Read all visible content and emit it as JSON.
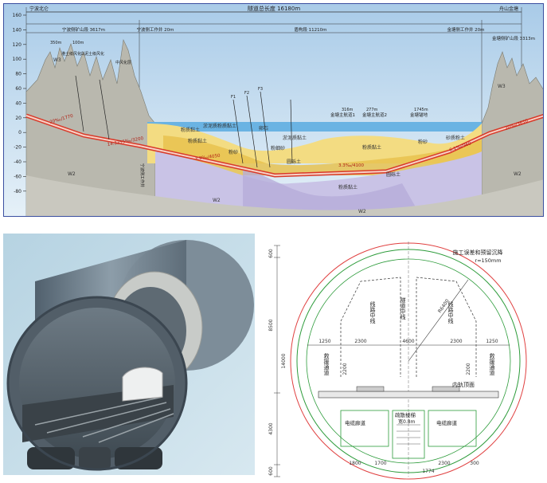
{
  "profile": {
    "title_total_length": "隧道总长度 16180m",
    "end_left": "宁波北仑",
    "end_right": "舟山金塘",
    "seg_left_mine": "宁波侧矿山段 3617m",
    "seg_left_shaft": "宁波侧工作井 20m",
    "seg_shield": "盾构段 11210m",
    "seg_right_shaft": "金塘侧工作井 20m",
    "seg_right_mine": "金塘侧矿山段 3313m",
    "sub_350": "350m",
    "sub_100": "100m",
    "y_ticks": [
      "160",
      "140",
      "120",
      "100",
      "80",
      "60",
      "40",
      "20",
      "0",
      "-20",
      "-40",
      "-60",
      "-80"
    ],
    "grade_left": "20‰/1770",
    "grade_mid1": "14.3355‰/3200",
    "grade_mid2": "3.9‰/4050",
    "grade_mid3": "3.3‰/4100",
    "grade_right1": "6.1‰/960",
    "grade_right2": "20‰/3610",
    "geo_labels": [
      "粉质黏土",
      "淤泥质粉质黏土",
      "卵石",
      "粉砂",
      "粉质黏土",
      "圆砾土",
      "粉质黏土",
      "圆砾土",
      "粉细砂",
      "粉质黏土",
      "粉砂",
      "砂质粉土",
      "淤泥质黏土"
    ],
    "w_labels": [
      "W2",
      "W3",
      "W2",
      "W2",
      "W2",
      "W3"
    ],
    "channel_labels": [
      "金塘主航道1",
      "金塘主航道2",
      "金塘锚地"
    ],
    "channel_widths": [
      "316m",
      "277m",
      "1745m"
    ],
    "fault_labels": [
      "F1",
      "F2",
      "F3"
    ],
    "left_side_labels": [
      "港土级风化",
      "白泥土级风化",
      "中风化层"
    ],
    "vertical_left_label": "宁波侧工作井"
  },
  "render": {
    "caption": ""
  },
  "section": {
    "settlement_note": "施工误差和预留沉降",
    "settlement_r": "r=150mm",
    "radius_label": "R6400",
    "left_line": "线路中线",
    "center_line": "隧道中线",
    "right_line": "线路中线",
    "left_escape": "救援通道",
    "right_escape": "救援通道",
    "rail_label": "内轨顶面",
    "left_bottom": "电缆廊道",
    "center_bottom": "疏散楼梯",
    "center_bottom_sub": "宽0.8m",
    "right_bottom": "电缆廊道",
    "dims_top": [
      "1250",
      "2300",
      "4600",
      "2300",
      "1250"
    ],
    "dims_vert": [
      "600",
      "8500",
      "14000",
      "4300",
      "600"
    ],
    "dims_bottom": [
      "1800",
      "1700",
      "2300",
      "1774",
      "300"
    ],
    "dim_2200_l": "2200",
    "dim_2200_r": "2200"
  }
}
